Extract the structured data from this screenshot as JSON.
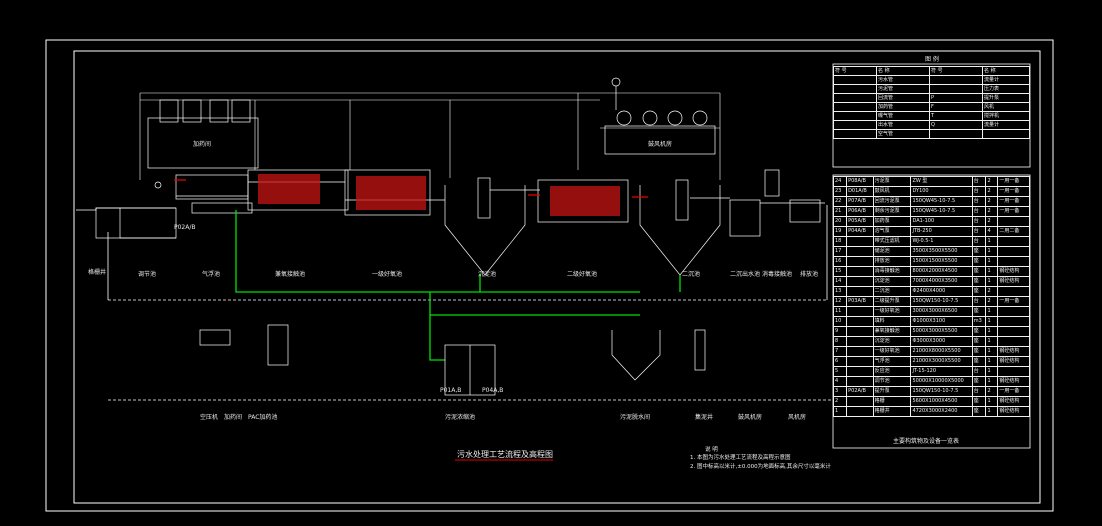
{
  "drawing": {
    "title": "污水处理工艺流程及高程图",
    "notes_heading": "说 明",
    "notes": [
      "1. 本图为污水处理工艺流程及高程示意图",
      "2. 图中标高以米计,±0.000为地面标高,其余尺寸以毫米计"
    ]
  },
  "process_labels_row1": [
    "格栅井",
    "调节池",
    "气浮池",
    "兼氧接触池",
    "一级好氧池",
    "沉淀池",
    "二级好氧池",
    "二沉池",
    "二沉出水池",
    "消毒接触池",
    "排放池"
  ],
  "process_labels_row2": [
    "空压机",
    "加药间",
    "PAC加药池",
    "污泥浓缩池",
    "污泥脱水间",
    "集泥井",
    "鼓风机房",
    "风机房"
  ],
  "building_labels": {
    "dosing": "加药间",
    "blower": "鼓风机房"
  },
  "pump_tags": [
    "P02A/B",
    "P01A,B",
    "P04A,B"
  ],
  "legend": {
    "header": [
      "符 号",
      "名 称",
      "符 号",
      "名 称"
    ],
    "rows": [
      [
        "",
        "污水管",
        "",
        "流量计"
      ],
      [
        "",
        "污泥管",
        "",
        "压力表"
      ],
      [
        "",
        "回流管",
        "P",
        "提升泵"
      ],
      [
        "",
        "加药管",
        "F",
        "风机"
      ],
      [
        "",
        "曝气管",
        "T",
        "搅拌机"
      ],
      [
        "",
        "出水管",
        "Q",
        "流量计"
      ],
      [
        "",
        "空气管",
        "",
        ""
      ]
    ],
    "title": "图 例"
  },
  "equipment_table": {
    "rows": [
      [
        "24",
        "P08A/B",
        "污泥泵",
        "ZW 型",
        "台",
        "2",
        "一用一备"
      ],
      [
        "23",
        "D01A/B",
        "鼓风机",
        "DY100",
        "台",
        "2",
        "一用一备"
      ],
      [
        "22",
        "P07A/B",
        "回流污泥泵",
        "150QW45-10-7.5",
        "台",
        "2",
        "一用一备"
      ],
      [
        "21",
        "P06A/B",
        "剩余污泥泵",
        "150QW45-10-7.5",
        "台",
        "2",
        "一用一备"
      ],
      [
        "20",
        "P05A/B",
        "加药泵",
        "DA1-100",
        "台",
        "2",
        ""
      ],
      [
        "19",
        "P04A/B",
        "溶气泵",
        "JTB-250",
        "台",
        "4",
        "二用二备"
      ],
      [
        "18",
        "",
        "带式压滤机",
        "WJ-0.5-1",
        "台",
        "1",
        ""
      ],
      [
        "17",
        "",
        "储泥池",
        "3500X3500X5500",
        "座",
        "1",
        ""
      ],
      [
        "16",
        "",
        "排放池",
        "1500X1500X5500",
        "座",
        "1",
        ""
      ],
      [
        "15",
        "",
        "消毒接触池",
        "8000X2000X4500",
        "座",
        "1",
        "钢砼结构"
      ],
      [
        "14",
        "",
        "沉淀池",
        "7000X4000X3500",
        "座",
        "1",
        "钢砼结构"
      ],
      [
        "13",
        "",
        "二沉池",
        "Φ2400X4000",
        "座",
        "2",
        ""
      ],
      [
        "12",
        "P03A/B",
        "二级提升泵",
        "150QW150-10-7.5",
        "台",
        "2",
        "一用一备"
      ],
      [
        "11",
        "",
        "一级好氧池",
        "3000X3000X6500",
        "座",
        "1",
        ""
      ],
      [
        "10",
        "",
        "填料",
        "Φ1000X3100",
        "m3",
        "1",
        ""
      ],
      [
        "9",
        "",
        "兼氧接触池",
        "5000X3000X5500",
        "座",
        "1",
        ""
      ],
      [
        "8",
        "",
        "沉淀池",
        "Φ3000X3000",
        "座",
        "1",
        ""
      ],
      [
        "7",
        "",
        "一级好氧池",
        "21000X8000X5500",
        "座",
        "1",
        "钢砼结构"
      ],
      [
        "6",
        "",
        "气浮池",
        "21000X3000X5500",
        "座",
        "1",
        "钢砼结构"
      ],
      [
        "5",
        "",
        "反应池",
        "JT-15-120",
        "台",
        "1",
        ""
      ],
      [
        "4",
        "",
        "调节池",
        "50000X10000X5000",
        "座",
        "1",
        "钢砼结构"
      ],
      [
        "3",
        "P02A/B",
        "提升泵",
        "150QW150-10-7.5",
        "台",
        "2",
        "一用一备"
      ],
      [
        "2",
        "",
        "格栅",
        "5600X1000X4500",
        "座",
        "1",
        "钢砼结构"
      ],
      [
        "1",
        "",
        "格栅井",
        "4720X3000X2400",
        "座",
        "1",
        "钢砼结构"
      ]
    ],
    "caption": "主要构筑物及设备一览表"
  },
  "colors": {
    "background": "#000000",
    "line": "#ffffff",
    "sludge_line": "#00e000",
    "return_line": "#e00000",
    "fill_media": "#c81414"
  }
}
